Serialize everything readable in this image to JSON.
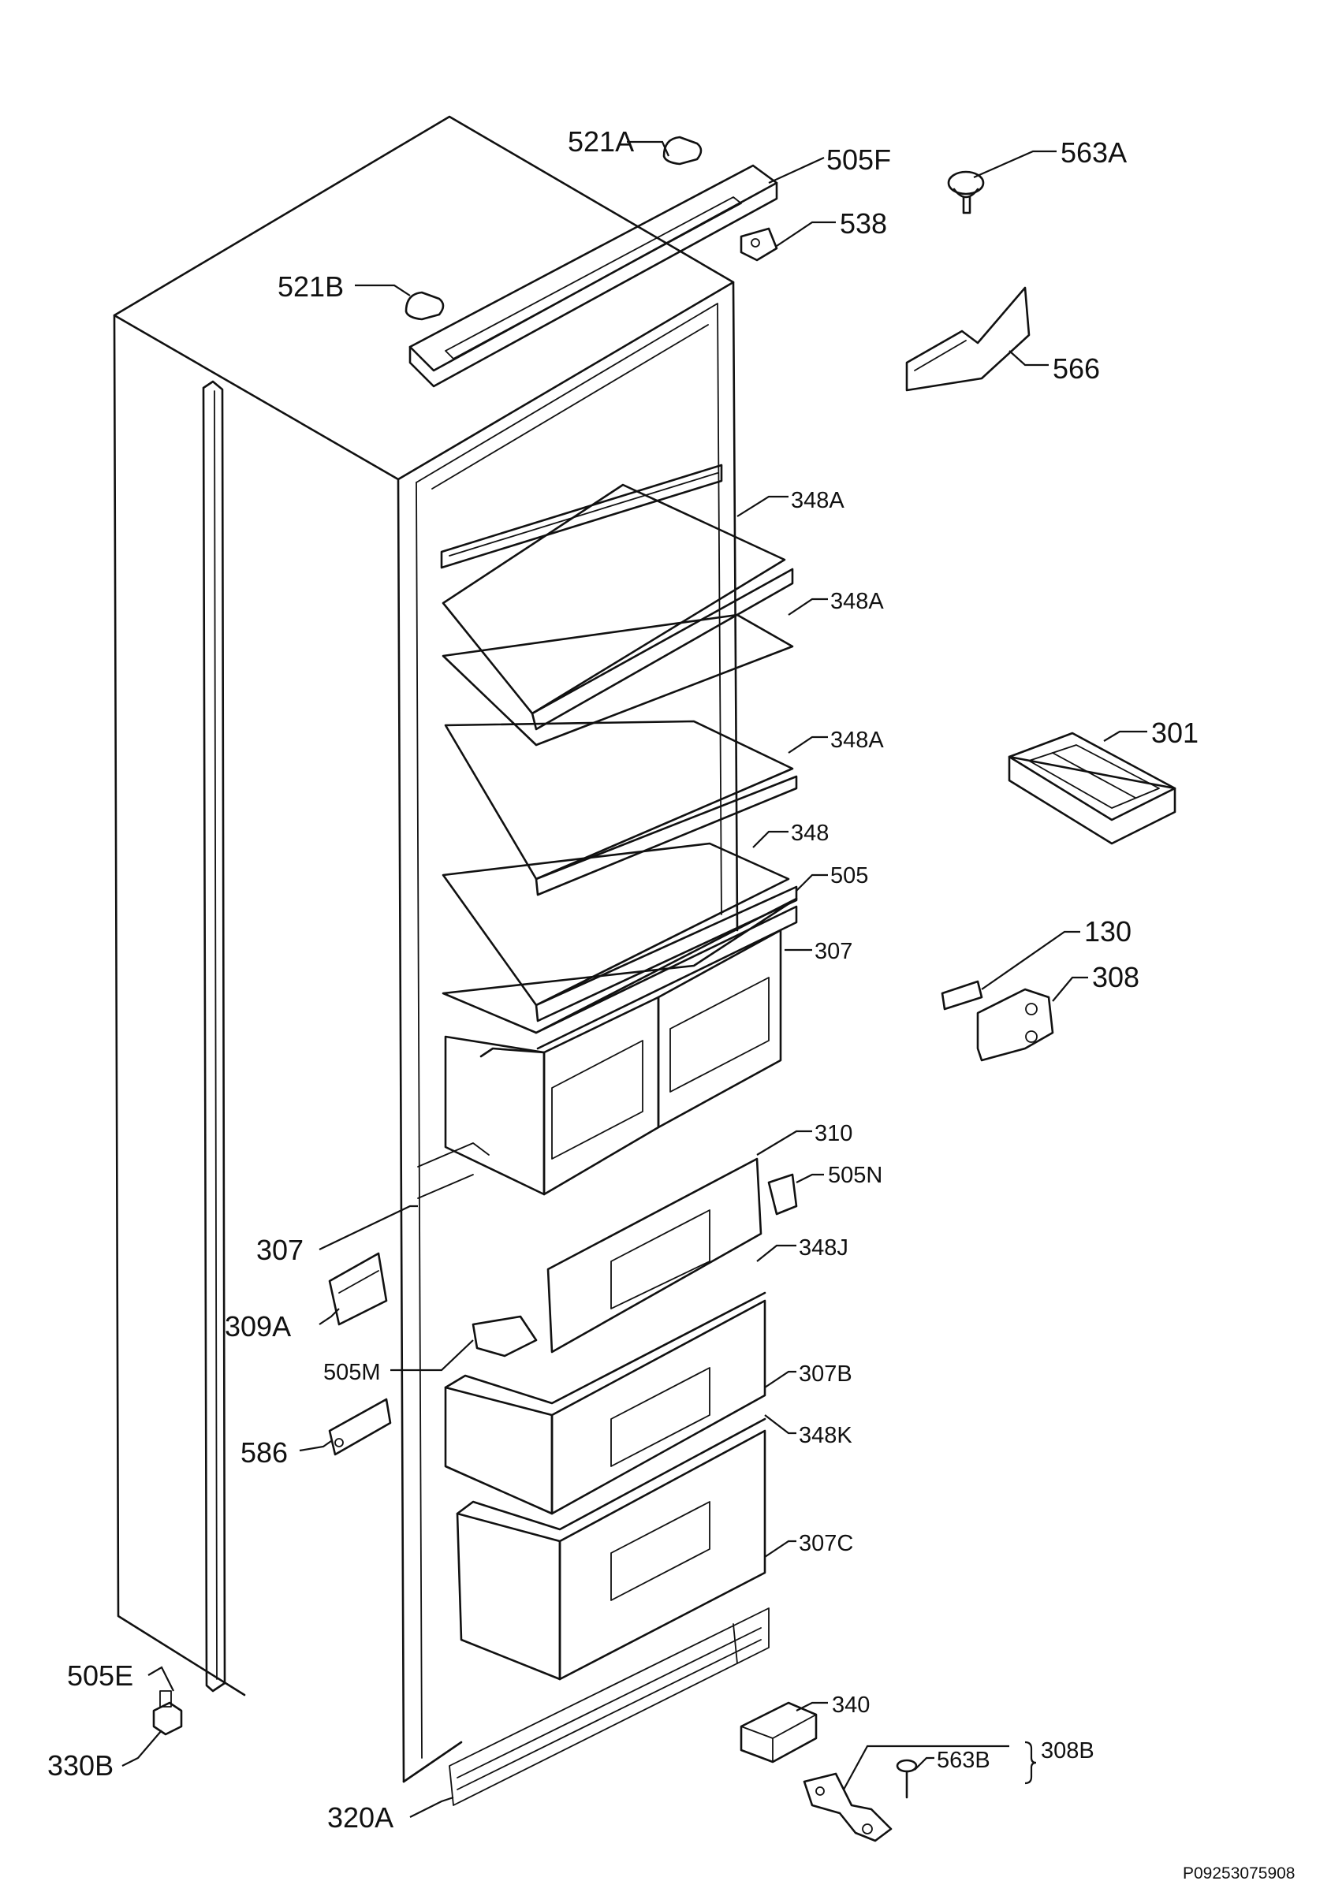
{
  "labels": [
    {
      "id": "521a",
      "text": "521A"
    },
    {
      "id": "505f",
      "text": "505F"
    },
    {
      "id": "563a",
      "text": "563A"
    },
    {
      "id": "538",
      "text": "538"
    },
    {
      "id": "521b",
      "text": "521B"
    },
    {
      "id": "566",
      "text": "566"
    },
    {
      "id": "348a-1",
      "text": "348A"
    },
    {
      "id": "348a-2",
      "text": "348A"
    },
    {
      "id": "348a-3",
      "text": "348A"
    },
    {
      "id": "301",
      "text": "301"
    },
    {
      "id": "348",
      "text": "348"
    },
    {
      "id": "505",
      "text": "505"
    },
    {
      "id": "307-top",
      "text": "307"
    },
    {
      "id": "130",
      "text": "130"
    },
    {
      "id": "308",
      "text": "308"
    },
    {
      "id": "310",
      "text": "310"
    },
    {
      "id": "505n",
      "text": "505N"
    },
    {
      "id": "307-left",
      "text": "307"
    },
    {
      "id": "348j",
      "text": "348J"
    },
    {
      "id": "309a",
      "text": "309A"
    },
    {
      "id": "505m",
      "text": "505M"
    },
    {
      "id": "307b",
      "text": "307B"
    },
    {
      "id": "348k",
      "text": "348K"
    },
    {
      "id": "586",
      "text": "586"
    },
    {
      "id": "307c",
      "text": "307C"
    },
    {
      "id": "505e",
      "text": "505E"
    },
    {
      "id": "340",
      "text": "340"
    },
    {
      "id": "330b",
      "text": "330B"
    },
    {
      "id": "563b",
      "text": "563B"
    },
    {
      "id": "308b",
      "text": "308B"
    },
    {
      "id": "320a",
      "text": "320A"
    }
  ],
  "drawing_code": "P09253075908"
}
